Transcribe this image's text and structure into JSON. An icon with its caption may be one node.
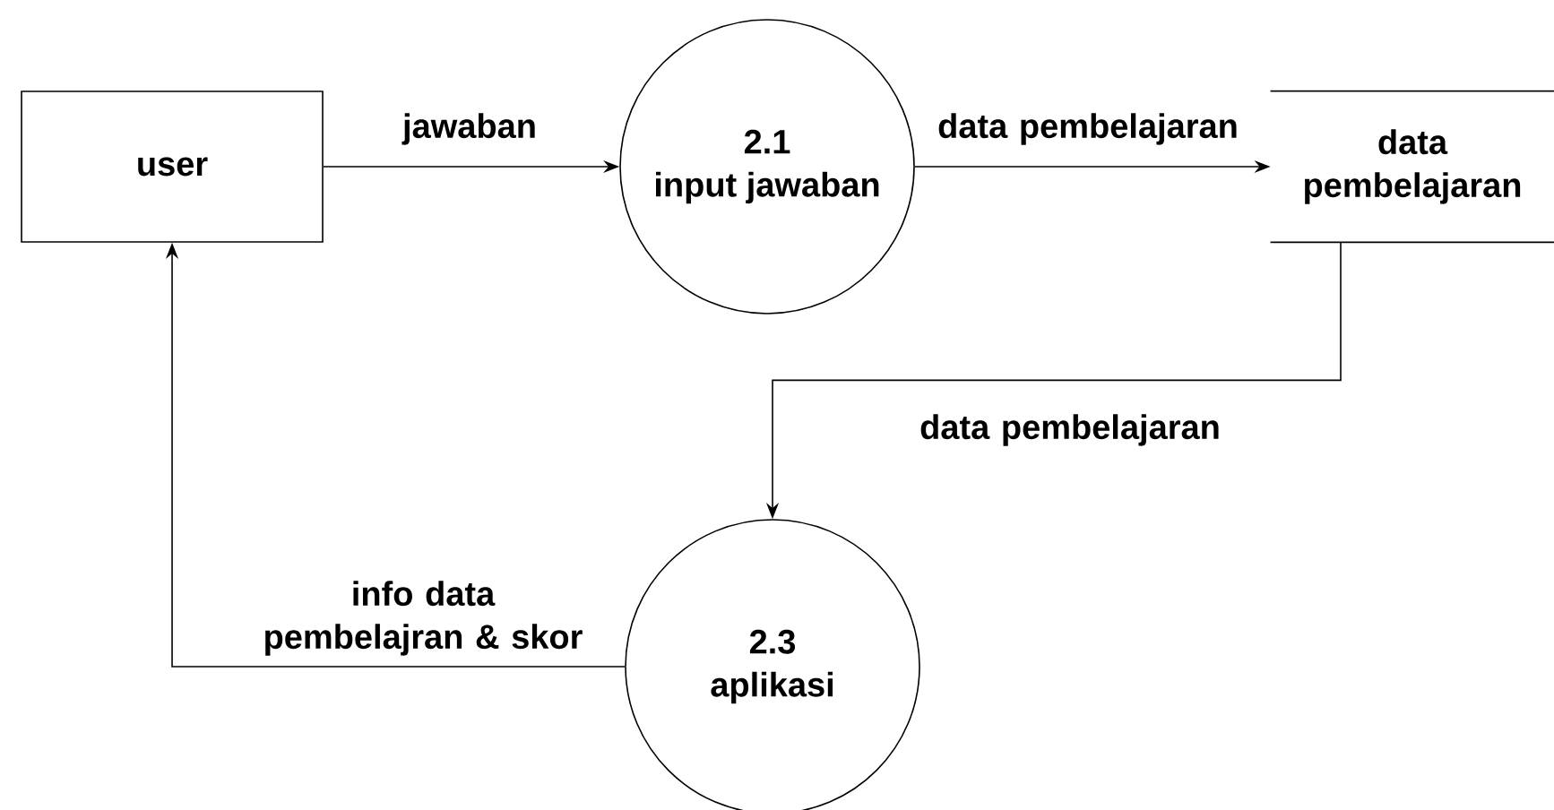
{
  "diagram": {
    "nodes": [
      {
        "text": [
          "user"
        ]
      },
      {
        "text": [
          "2.1",
          "input jawaban"
        ]
      },
      {
        "text": [
          "data pembelajaran"
        ]
      },
      {
        "text": [
          "2.3",
          "aplikasi"
        ]
      }
    ],
    "edges": [
      {
        "from": 0,
        "to": 1,
        "arrow": "to",
        "label": "jawaban"
      },
      {
        "from": 1,
        "to": 2,
        "arrow": "to",
        "label": "data pembelajaran"
      },
      {
        "from": 2,
        "to": 3,
        "arrow": "to",
        "label": "data pembelajaran"
      },
      {
        "from": 3,
        "to": 0,
        "arrow": "to",
        "label": "info data pembelajran & skor"
      }
    ]
  }
}
